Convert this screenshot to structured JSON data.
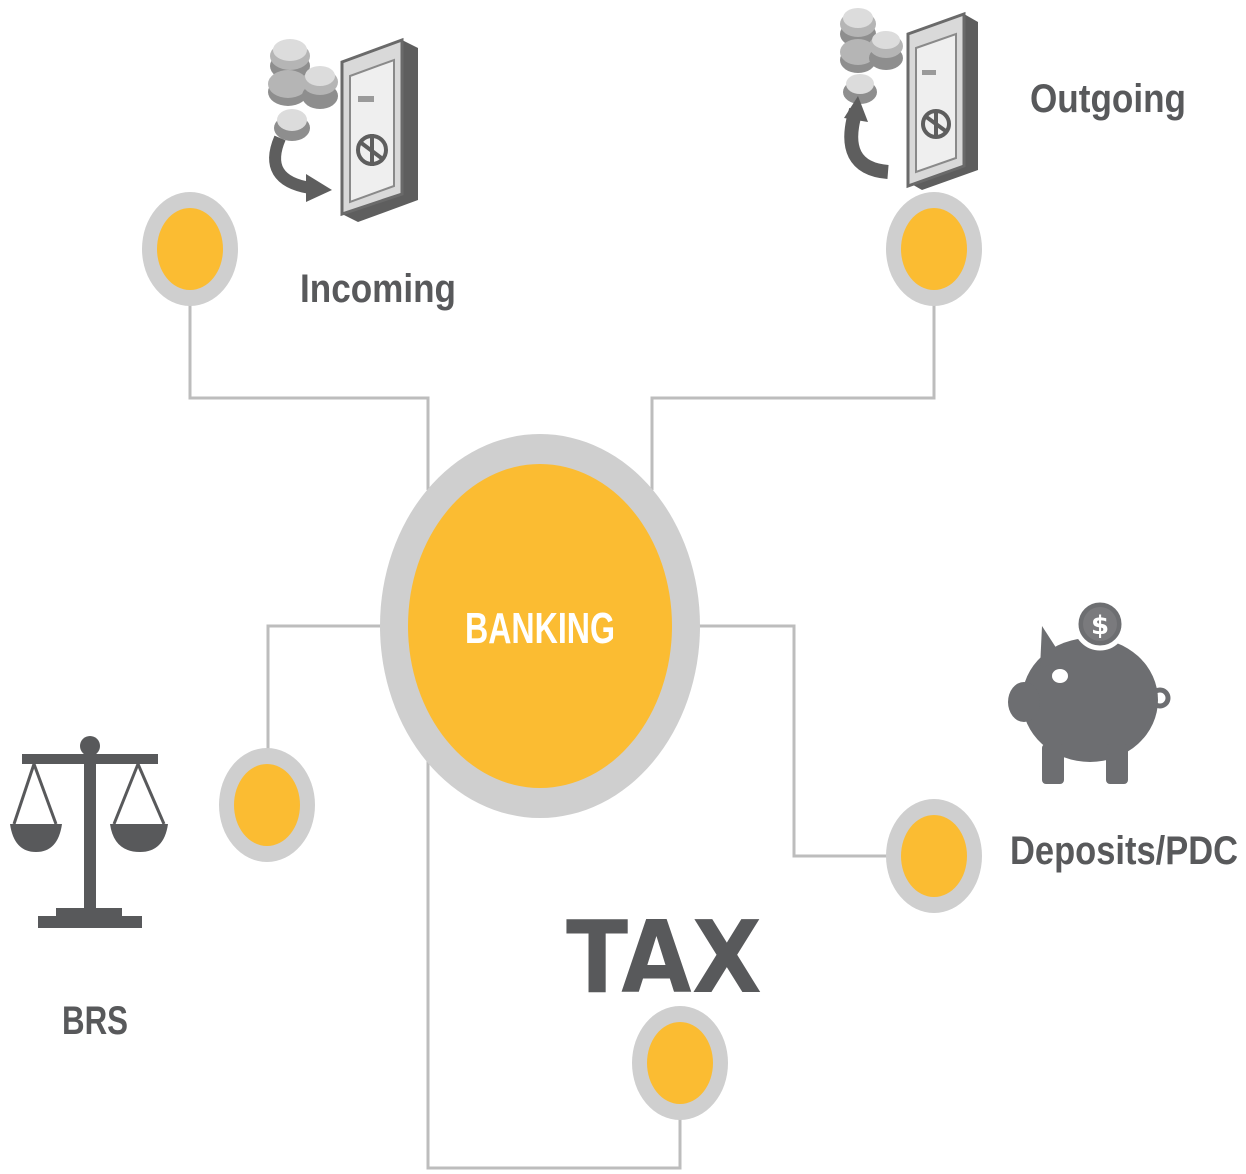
{
  "center": {
    "label": "BANKING"
  },
  "nodes": {
    "incoming": {
      "label": "Incoming",
      "icon": "vault-incoming-icon"
    },
    "outgoing": {
      "label": "Outgoing",
      "icon": "vault-outgoing-icon"
    },
    "brs": {
      "label": "BRS",
      "icon": "scales-icon"
    },
    "deposits": {
      "label": "Deposits/PDC",
      "icon": "piggy-bank-icon"
    },
    "tax": {
      "label": "TAX"
    }
  },
  "piggy_bank_coin_symbol": "$",
  "colors": {
    "node_fill": "#fbbc32",
    "ring": "#cfcfcf",
    "connector": "#bdbdbd",
    "label_text": "#58595b",
    "center_text": "#ffffff"
  }
}
